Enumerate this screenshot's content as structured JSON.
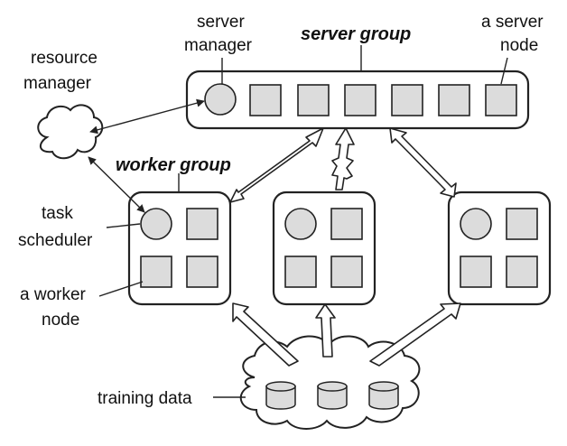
{
  "labels": {
    "server_manager_line1": "server",
    "server_manager_line2": "manager",
    "server_group": "server group",
    "server_node_line1": "a server",
    "server_node_line2": "node",
    "resource_manager_line1": "resource",
    "resource_manager_line2": "manager",
    "worker_group": "worker group",
    "task_scheduler_line1": "task",
    "task_scheduler_line2": "scheduler",
    "worker_node_line1": "a worker",
    "worker_node_line2": "node",
    "training_data": "training data"
  },
  "colors": {
    "node_fill": "#dcdcdc",
    "stroke": "#222222",
    "background": "#ffffff"
  }
}
